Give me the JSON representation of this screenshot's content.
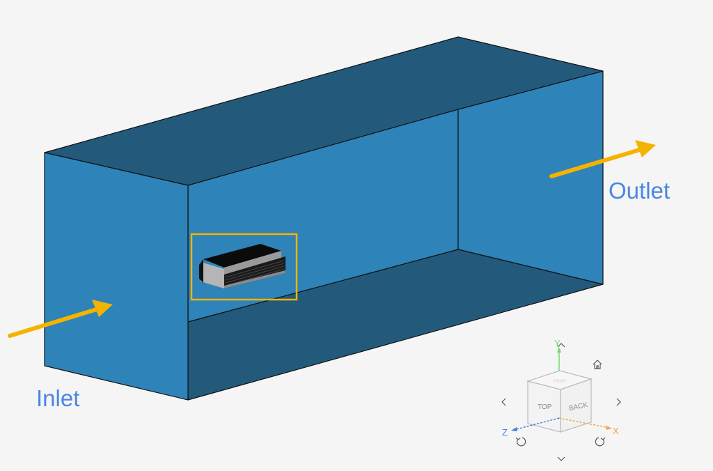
{
  "viewport": {
    "colors": {
      "background": "#f5f5f5",
      "face_light": "#2e83b8",
      "face_dark": "#235a7c",
      "edge": "#111111",
      "arrow": "#f5b301",
      "selection": "#f5b301",
      "label": "#4a86e0"
    },
    "labels": {
      "inlet": "Inlet",
      "outlet": "Outlet"
    }
  },
  "view_cube": {
    "faces": {
      "top": "TOP",
      "back": "BACK",
      "upper": "RIGHT"
    },
    "axes": {
      "x": "X",
      "y": "Y",
      "z": "Z"
    },
    "axis_colors": {
      "x": "#f5a24a",
      "y": "#6ddc6d",
      "z": "#4a7fe0"
    },
    "controls": [
      "home-icon",
      "chevron-up-icon",
      "chevron-down-icon",
      "chevron-left-icon",
      "chevron-right-icon",
      "rotate-ccw-icon",
      "rotate-cw-icon"
    ]
  }
}
